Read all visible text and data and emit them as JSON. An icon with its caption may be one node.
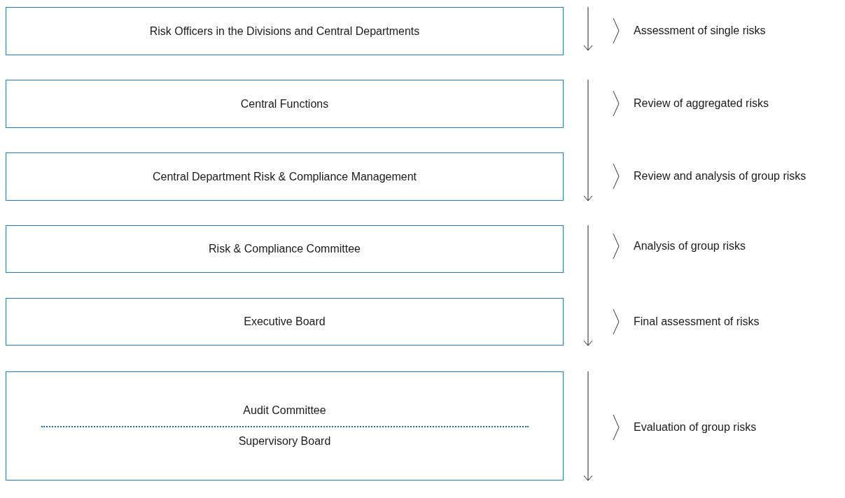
{
  "diagram": {
    "nodes": [
      {
        "text": [
          "Risk Officers in the Divisions and Central Departments"
        ]
      },
      {
        "text": [
          "Central Functions"
        ]
      },
      {
        "text": [
          "Central Department Risk & Compliance Management"
        ]
      },
      {
        "text": [
          "Risk & Compliance Committee"
        ]
      },
      {
        "text": [
          "Executive Board"
        ]
      },
      {
        "text": [
          "Audit Committee",
          "Supervisory Board"
        ]
      }
    ],
    "labels": [
      "Assessment of single risks",
      "Review of aggregated risks",
      "Review and analysis of group risks",
      "Analysis of group risks",
      "Final assessment of risks",
      "Evaluation of group risks"
    ]
  }
}
